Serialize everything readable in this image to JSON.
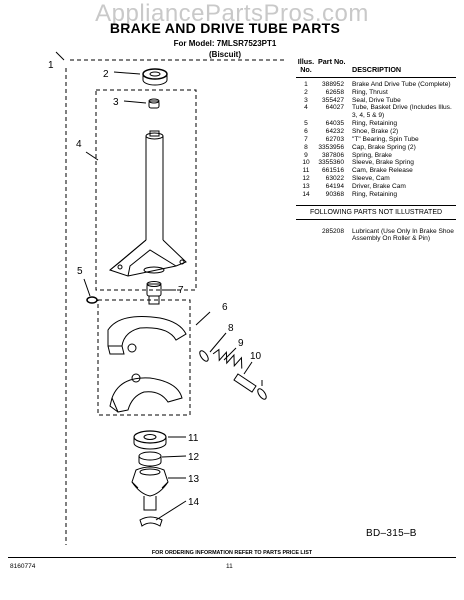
{
  "watermark": "AppliancePartsPros.com",
  "header": {
    "title": "BRAKE AND DRIVE TUBE PARTS",
    "model_line": "For Model: 7MLSR7523PT1",
    "color_line": "(Biscuit)"
  },
  "table": {
    "headers": {
      "illus": "Illus. No.",
      "part": "Part No.",
      "desc": "DESCRIPTION"
    },
    "rows": [
      {
        "illus": "1",
        "part": "388952",
        "desc": "Brake And Drive Tube (Complete)"
      },
      {
        "illus": "2",
        "part": "62658",
        "desc": "Ring, Thrust"
      },
      {
        "illus": "3",
        "part": "355427",
        "desc": "Seal, Drive Tube"
      },
      {
        "illus": "4",
        "part": "64027",
        "desc": "Tube, Basket Drive (Includes Illus. 3, 4, 5 & 9)"
      },
      {
        "illus": "5",
        "part": "64035",
        "desc": "Ring, Retaining"
      },
      {
        "illus": "6",
        "part": "64232",
        "desc": "Shoe, Brake (2)"
      },
      {
        "illus": "7",
        "part": "62703",
        "desc": "\"T\" Bearing, Spin Tube"
      },
      {
        "illus": "8",
        "part": "3353956",
        "desc": "Cap, Brake Spring (2)"
      },
      {
        "illus": "9",
        "part": "387806",
        "desc": "Spring, Brake"
      },
      {
        "illus": "10",
        "part": "3355360",
        "desc": "Sleeve, Brake Spring"
      },
      {
        "illus": "11",
        "part": "661516",
        "desc": "Cam, Brake Release"
      },
      {
        "illus": "12",
        "part": "63022",
        "desc": "Sleeve, Cam"
      },
      {
        "illus": "13",
        "part": "64194",
        "desc": "Driver, Brake Cam"
      },
      {
        "illus": "14",
        "part": "90368",
        "desc": "Ring, Retaining"
      }
    ],
    "not_illustrated_heading": "FOLLOWING PARTS NOT ILLUSTRATED",
    "not_illustrated": [
      {
        "illus": "",
        "part": "285208",
        "desc": "Lubricant (Use Only In Brake Shoe Assembly On Roller & Pin)"
      }
    ]
  },
  "diagram": {
    "callouts": [
      "1",
      "2",
      "3",
      "4",
      "5",
      "6",
      "7",
      "8",
      "9",
      "10",
      "11",
      "12",
      "13",
      "14"
    ],
    "figure_code": "BD–315–B"
  },
  "footer": {
    "ordering_note": "FOR ORDERING INFORMATION REFER TO PARTS PRICE LIST",
    "doc_number": "8160774",
    "page_number": "11"
  }
}
